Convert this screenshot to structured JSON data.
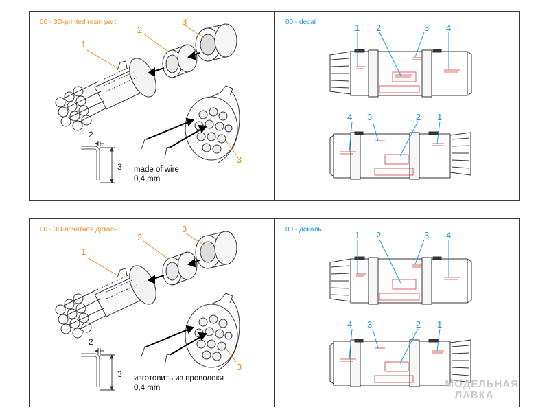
{
  "panels": {
    "top_left": {
      "code": "00",
      "sep": " - ",
      "title": "3D-printed resin part",
      "callouts": [
        "1",
        "2",
        "3",
        "3"
      ],
      "wire_note_1": "made of wire",
      "wire_note_2": "0,4 mm",
      "dim_a": "2",
      "dim_b": "3"
    },
    "top_right": {
      "code": "00",
      "sep": " - ",
      "title": "decal",
      "top_callouts": [
        "1",
        "2",
        "3",
        "4"
      ],
      "bottom_callouts": [
        "4",
        "3",
        "2",
        "1"
      ]
    },
    "bottom_left": {
      "code": "00",
      "sep": " - ",
      "title": "3D-печатная деталь",
      "callouts": [
        "1",
        "2",
        "3",
        "3"
      ],
      "wire_note_1": "изготовить из проволоки",
      "wire_note_2": "0,4 mm",
      "dim_a": "2",
      "dim_b": "3"
    },
    "bottom_right": {
      "code": "00",
      "sep": " - ",
      "title": "декаль",
      "top_callouts": [
        "1",
        "2",
        "3",
        "4"
      ],
      "bottom_callouts": [
        "4",
        "3",
        "2",
        "1"
      ]
    }
  },
  "colors": {
    "orange": "#f28c1c",
    "blue": "#1b9ad6",
    "red": "#d23a3a",
    "line": "#333333"
  },
  "watermark": {
    "line1": "МОДЕЛЬНАЯ",
    "line2": "ЛАВКА"
  }
}
